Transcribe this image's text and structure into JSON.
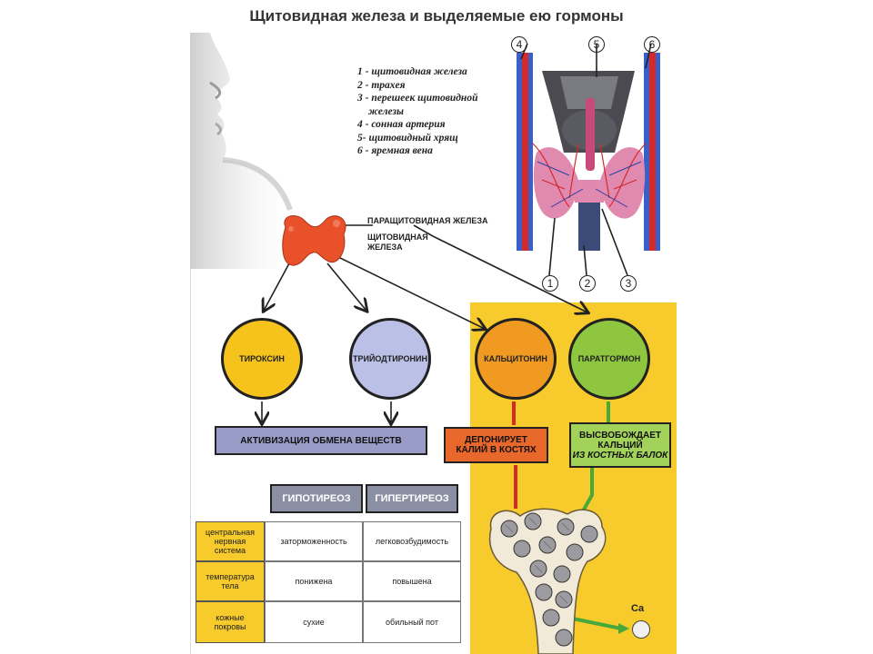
{
  "title": "Щитовидная железа и выделяемые ею гормоны",
  "legend": [
    "1 - щитовидная железа",
    "2 - трахея",
    "3 - перешеек щитовидной",
    "железы",
    "4 - сонная артерия",
    "5- щитовидный хрящ",
    "6 - яремная вена"
  ],
  "anatomy_numbers": {
    "n4": "4",
    "n5": "5",
    "n6": "6",
    "n1": "1",
    "n2": "2",
    "n3": "3"
  },
  "gland_labels": {
    "parathyroid": "ПАРАЩИТОВИДНАЯ ЖЕЛЕЗА",
    "thyroid_line1": "ЩИТОВИДНАЯ",
    "thyroid_line2": "ЖЕЛЕЗА"
  },
  "hormones": {
    "thyroxin": "ТИРОКСИН",
    "triiodothyronine": "ТРИЙОДТИРОНИН",
    "calcitonin": "КАЛЬЦИТОНИН",
    "parathormone": "ПАРАТГОРМОН"
  },
  "effects": {
    "metabolism": "АКТИВИЗАЦИЯ ОБМЕНА ВЕЩЕСТВ",
    "deposit_line1": "ДЕПОНИРУЕТ",
    "deposit_line2": "КАЛИЙ В КОСТЯХ",
    "release_line1": "ВЫСВОБОЖДАЕТ",
    "release_line2": "КАЛЬЦИЙ",
    "release_line3": "ИЗ КОСТНЫХ БАЛОК"
  },
  "table": {
    "headers": [
      "ГИПОТИРЕОЗ",
      "ГИПЕРТИРЕОЗ"
    ],
    "rows": [
      {
        "label": [
          "центральная",
          "нервная",
          "система"
        ],
        "hypo": "заторможенность",
        "hyper": "легковозбудимость"
      },
      {
        "label": [
          "температура",
          "тела"
        ],
        "hypo": "понижена",
        "hyper": "повышена"
      },
      {
        "label": [
          "кожные",
          "покровы"
        ],
        "hypo": "сухие",
        "hyper": "обильный пот"
      }
    ]
  },
  "calcium": "Ca",
  "colors": {
    "thyroxin": "#f6c21c",
    "triiodothyronine": "#bac0e6",
    "calcitonin": "#f09a22",
    "parathormone": "#8ec63f",
    "metabolism_box": "#9a9cc8",
    "deposit_box": "#e8672a",
    "release_box": "#a3d25a",
    "yellow_panel": "#f6cb2b",
    "gland": "#e8512a",
    "artery": "#d42a2a",
    "vein": "#2a55c8"
  }
}
